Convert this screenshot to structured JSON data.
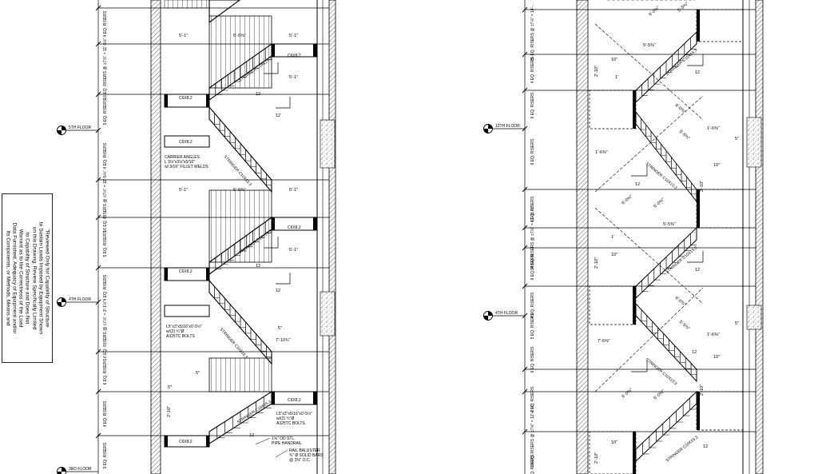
{
  "review_note": "\"Reviewed Only for Capability of Structure\nto Sustain Loads Imposed by Equipment Shown\non this Drawing. Review Specifically Limited\nto Capability of Structure and Does Not\nWarrant as to the Correctness of the Load\nData Furnished, Adequacy of Equipment and/or\nIts Components, or Methods, Means and",
  "left_stair": {
    "floors": [
      "5TH FLOOR",
      "4TH FLOOR",
      "3RD FLOOR"
    ],
    "riser_dims": [
      "4 EQ. RISERS",
      "16 EQ. RISERS @ ±7⅛\" = 11'-5⅛\"",
      "5 EQ. RISERS",
      "4 EQ. RISERS",
      "16 EQ. RISERS @ ±7⅛\" = 11'-5⅛\"",
      "5 EQ. RISERS",
      "4 EQ. RISERS",
      "6 EQ. RISERS @ ±7⅛\" = 3'-1⅛\"",
      "6 EQ. RISERS",
      "4 EQ. RISERS",
      "5 EQ. RISERS"
    ],
    "labels": {
      "c6": "C6X8.2",
      "stringer": "STRINGER C10X15.3",
      "dim_5_1": "5'-1\"",
      "dim_5_5": "5'-5⅜\"",
      "carrier": "CARRIER ANGLES\nL 3⅛\"x3⅛\"x5/16\"\nw/ 3/16\" FILLET WELDS",
      "angle_bolts": "L5\"x3\"x5/16\"x0'-5½\"\nw/(2) ¾\"Ø\nA325TC BOLTS",
      "handrail": "1⅝\" OD STL.\nPIPE HANDRAIL",
      "baluster": "RAIL BALUSTER\n¾\" Ø SOLID BARS\n@ 3⅜\" O.C.",
      "dim_7_10": "7'-10¾\"",
      "dim_2_10": "2'-10\"",
      "dim_5": "5\"",
      "slope": "12"
    }
  },
  "right_stair": {
    "floors": [
      "10TH FLOOR",
      "4TH FLOOR"
    ],
    "riser_dims": [
      "25 EQ. RISERS @ ±7⅛\" = 14'-...",
      "4 EQ. RISERS",
      "6 EQ. RISERS",
      "6 EQ. RISERS",
      "4 EQ. RISERS",
      "14 EQ. RISERS @ ±7⅛\" = 11'-11 ⅛\"",
      "6 EQ. RISERS",
      "4 EQ. RISERS",
      "5 EQ. RISERS",
      "6 EQ. RISERS",
      "4 EQ. RISERS",
      "14 EQ. RISERS @ ±7⅛\" = 12'-2 ⅛\"",
      "4 EQ. RISERS"
    ],
    "labels": {
      "stringer": "STRINGER C10X15.3",
      "dim_6": "6'-0⅜\"",
      "dim_5": "5'-5⅜\"",
      "dim_10": "10\"",
      "dim_1": "1'",
      "dim_2_10": "2'-10\"",
      "dim_1_6": "1'-6⅜\"",
      "dim_7_6": "7'-6⅜\"",
      "dim_5in": "5\"",
      "slope": "12"
    }
  }
}
